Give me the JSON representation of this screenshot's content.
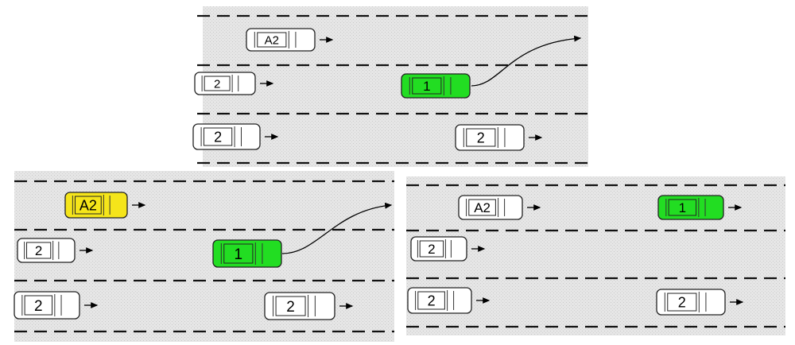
{
  "panels": [
    {
      "id": "top",
      "cars": [
        {
          "label": "A2",
          "color": "#ffffff",
          "has_arrow": true
        },
        {
          "label": "2",
          "color": "#ffffff",
          "has_arrow": true
        },
        {
          "label": "1",
          "color": "#22dd22",
          "has_arrow": false,
          "lane_change": true
        },
        {
          "label": "2",
          "color": "#ffffff",
          "has_arrow": true
        },
        {
          "label": "2",
          "color": "#ffffff",
          "has_arrow": true
        }
      ]
    },
    {
      "id": "bottom-left",
      "cars": [
        {
          "label": "A2",
          "color": "#f5e51a",
          "has_arrow": true
        },
        {
          "label": "2",
          "color": "#ffffff",
          "has_arrow": true
        },
        {
          "label": "1",
          "color": "#22dd22",
          "has_arrow": false,
          "lane_change": true
        },
        {
          "label": "2",
          "color": "#ffffff",
          "has_arrow": true
        },
        {
          "label": "2",
          "color": "#ffffff",
          "has_arrow": true
        }
      ]
    },
    {
      "id": "bottom-right",
      "cars": [
        {
          "label": "A2",
          "color": "#ffffff",
          "has_arrow": true
        },
        {
          "label": "1",
          "color": "#22dd22",
          "has_arrow": true
        },
        {
          "label": "2",
          "color": "#ffffff",
          "has_arrow": true
        },
        {
          "label": "2",
          "color": "#ffffff",
          "has_arrow": true
        },
        {
          "label": "2",
          "color": "#ffffff",
          "has_arrow": true
        }
      ]
    }
  ],
  "colors": {
    "road": "#e3e3e3",
    "lane_marking": "#111111",
    "ego_vehicle": "#22dd22",
    "highlighted_vehicle": "#f5e51a"
  }
}
